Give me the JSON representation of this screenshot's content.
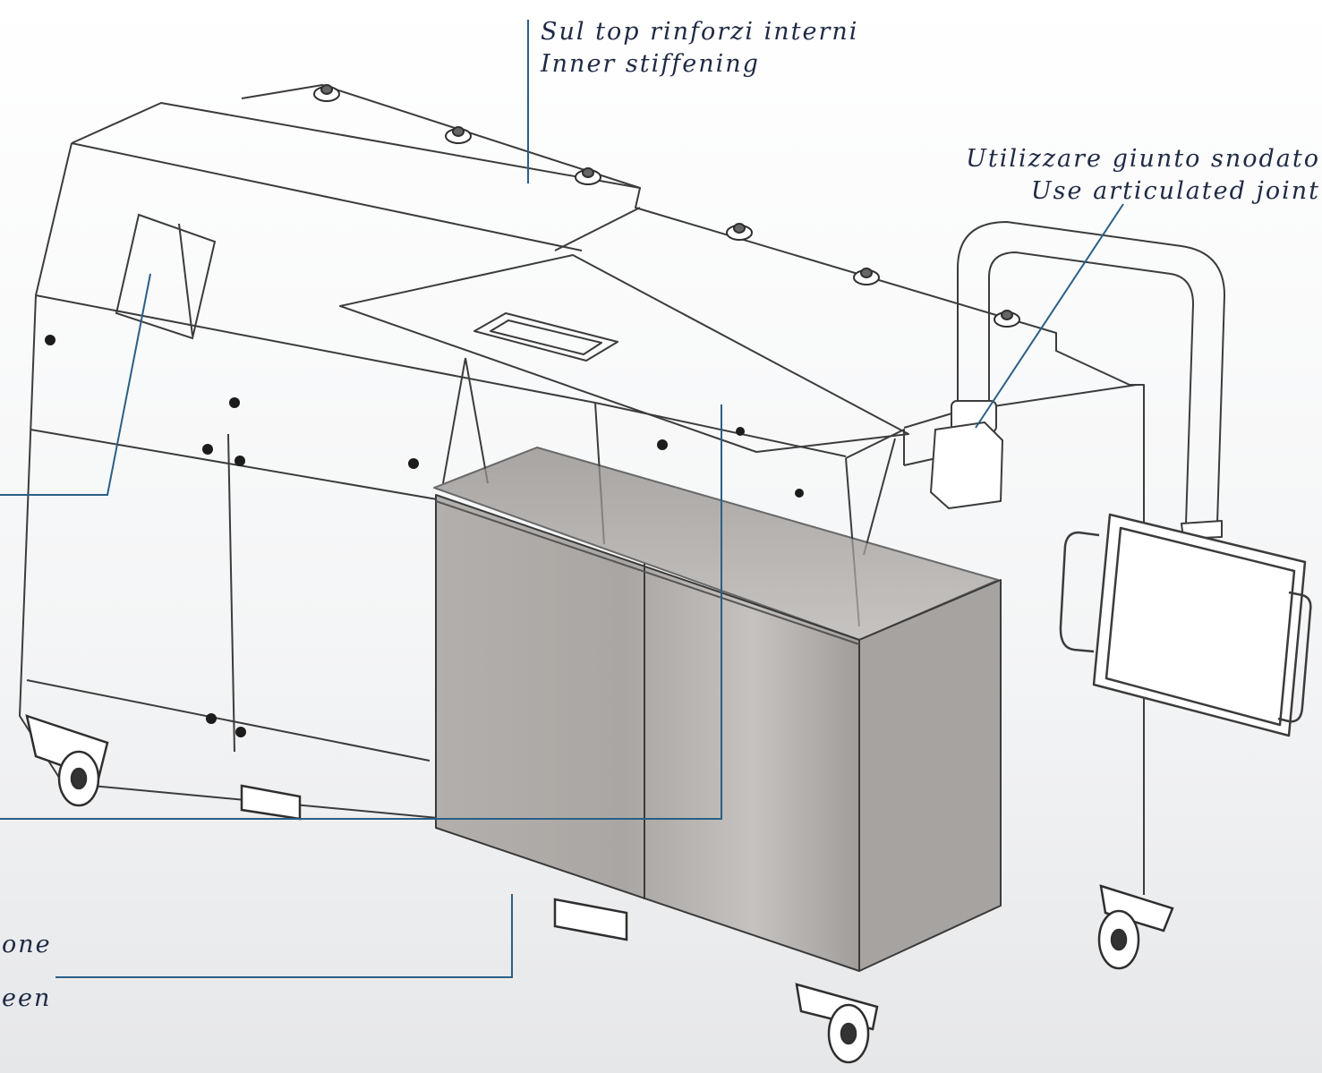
{
  "annotations": {
    "top": {
      "line1": "Sul top rinforzi interni",
      "line2": "Inner stiffening"
    },
    "right": {
      "line1": "Utilizzare giunto snodato",
      "line2": "Use articulated joint"
    },
    "bottom": {
      "line1": "one",
      "line2": "een"
    }
  },
  "colors": {
    "leader": "#2a5f86",
    "annotation_text": "#1f2a44",
    "outline": "#3c3c3c",
    "steel": "#a8a4a1"
  }
}
